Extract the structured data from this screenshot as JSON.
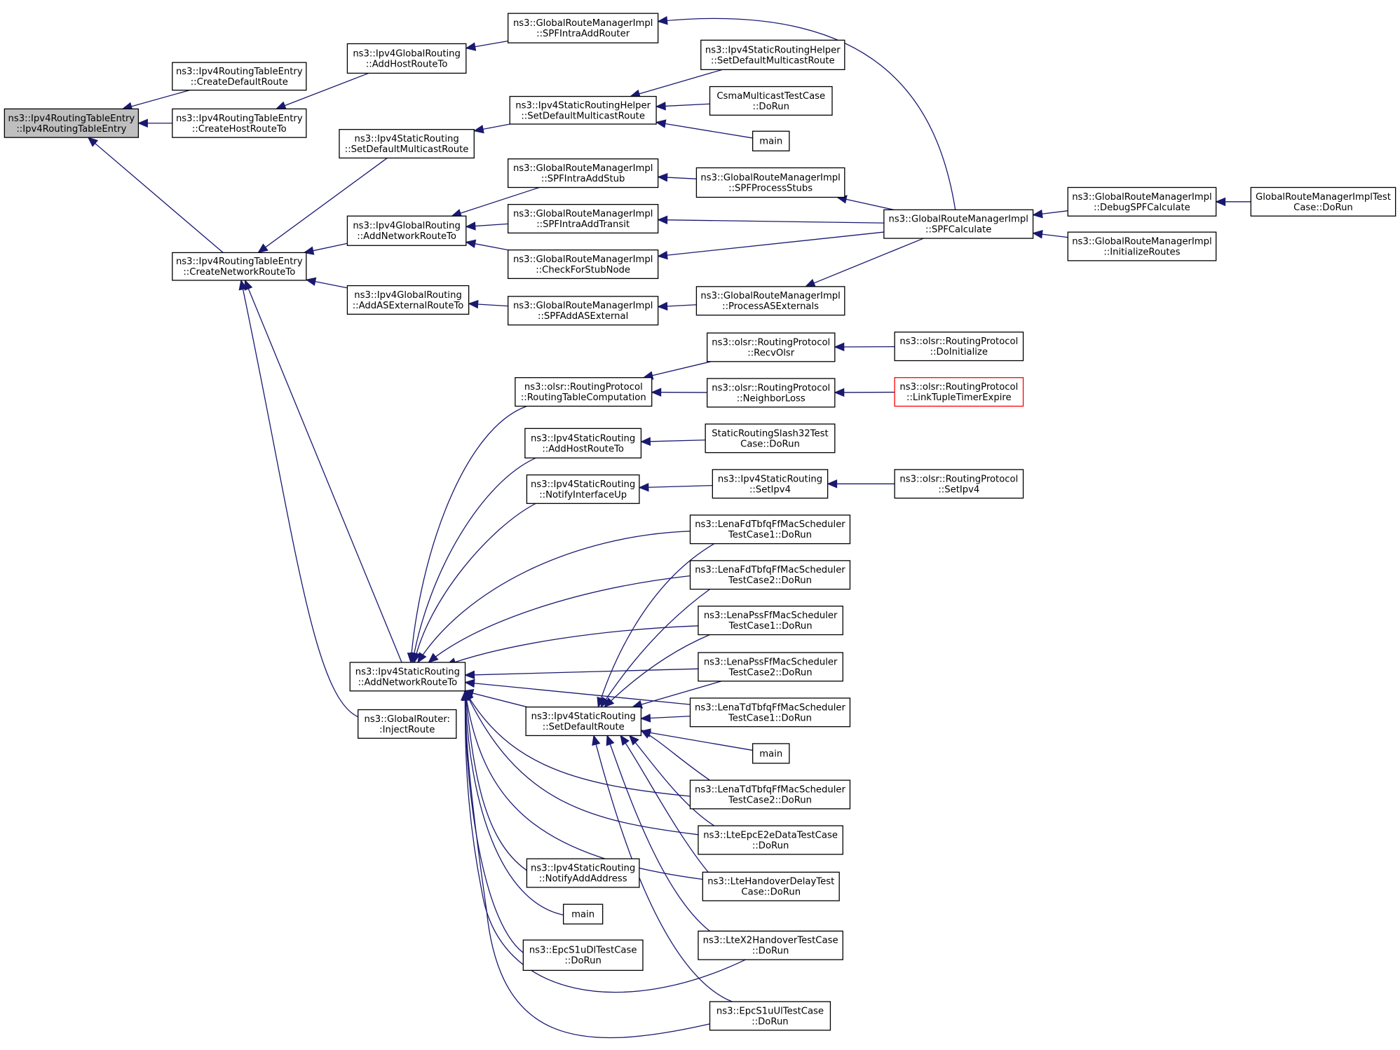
{
  "colors": {
    "edge": "#191970",
    "node_border": "#000000",
    "node_fill": "#ffffff",
    "root_fill": "#bfbfbf",
    "highlight_border": "#ff0000"
  },
  "nodes": [
    {
      "id": "root",
      "lines": [
        "ns3::Ipv4RoutingTableEntry",
        "::Ipv4RoutingTableEntry"
      ],
      "style": "root"
    },
    {
      "id": "createDefaultRoute",
      "lines": [
        "ns3::Ipv4RoutingTableEntry",
        "::CreateDefaultRoute"
      ]
    },
    {
      "id": "createHostRouteTo",
      "lines": [
        "ns3::Ipv4RoutingTableEntry",
        "::CreateHostRouteTo"
      ]
    },
    {
      "id": "createNetworkRouteTo",
      "lines": [
        "ns3::Ipv4RoutingTableEntry",
        "::CreateNetworkRouteTo"
      ]
    },
    {
      "id": "globalAddHostRouteTo",
      "lines": [
        "ns3::Ipv4GlobalRouting",
        "::AddHostRouteTo"
      ]
    },
    {
      "id": "staticSetDefaultMulticastRoute",
      "lines": [
        "ns3::Ipv4StaticRouting",
        "::SetDefaultMulticastRoute"
      ]
    },
    {
      "id": "globalAddNetworkRouteTo",
      "lines": [
        "ns3::Ipv4GlobalRouting",
        "::AddNetworkRouteTo"
      ]
    },
    {
      "id": "globalAddASExternalRouteTo",
      "lines": [
        "ns3::Ipv4GlobalRouting",
        "::AddASExternalRouteTo"
      ]
    },
    {
      "id": "staticAddNetworkRouteTo",
      "lines": [
        "ns3::Ipv4StaticRouting",
        "::AddNetworkRouteTo"
      ]
    },
    {
      "id": "globalRouterInjectRoute",
      "lines": [
        "ns3::GlobalRouter:",
        ":InjectRoute"
      ]
    },
    {
      "id": "spfIntraAddRouter",
      "lines": [
        "ns3::GlobalRouteManagerImpl",
        "::SPFIntraAddRouter"
      ]
    },
    {
      "id": "helperSetDefaultMulticastRoute",
      "lines": [
        "ns3::Ipv4StaticRoutingHelper",
        "::SetDefaultMulticastRoute"
      ]
    },
    {
      "id": "spfIntraAddStub",
      "lines": [
        "ns3::GlobalRouteManagerImpl",
        "::SPFIntraAddStub"
      ]
    },
    {
      "id": "spfIntraAddTransit",
      "lines": [
        "ns3::GlobalRouteManagerImpl",
        "::SPFIntraAddTransit"
      ]
    },
    {
      "id": "checkForStubNode",
      "lines": [
        "ns3::GlobalRouteManagerImpl",
        "::CheckForStubNode"
      ]
    },
    {
      "id": "spfAddASExternal",
      "lines": [
        "ns3::GlobalRouteManagerImpl",
        "::SPFAddASExternal"
      ]
    },
    {
      "id": "routingTableComputation",
      "lines": [
        "ns3::olsr::RoutingProtocol",
        "::RoutingTableComputation"
      ]
    },
    {
      "id": "staticAddHostRouteTo",
      "lines": [
        "ns3::Ipv4StaticRouting",
        "::AddHostRouteTo"
      ]
    },
    {
      "id": "notifyInterfaceUp",
      "lines": [
        "ns3::Ipv4StaticRouting",
        "::NotifyInterfaceUp"
      ]
    },
    {
      "id": "setDefaultRoute",
      "lines": [
        "ns3::Ipv4StaticRouting",
        "::SetDefaultRoute"
      ]
    },
    {
      "id": "notifyAddAddress",
      "lines": [
        "ns3::Ipv4StaticRouting",
        "::NotifyAddAddress"
      ]
    },
    {
      "id": "mainC3",
      "lines": [
        "main"
      ]
    },
    {
      "id": "epcS1uDl",
      "lines": [
        "ns3::EpcS1uDlTestCase",
        "::DoRun"
      ]
    },
    {
      "id": "helperSetDefaultMcastRoute2",
      "lines": [
        "ns3::Ipv4StaticRoutingHelper",
        "::SetDefaultMulticastRoute"
      ]
    },
    {
      "id": "csmaMulticastDoRun",
      "lines": [
        "CsmaMulticastTestCase",
        "::DoRun"
      ]
    },
    {
      "id": "mainC4a",
      "lines": [
        "main"
      ]
    },
    {
      "id": "spfProcessStubs",
      "lines": [
        "ns3::GlobalRouteManagerImpl",
        "::SPFProcessStubs"
      ]
    },
    {
      "id": "processASExternals",
      "lines": [
        "ns3::GlobalRouteManagerImpl",
        "::ProcessASExternals"
      ]
    },
    {
      "id": "recvOlsr",
      "lines": [
        "ns3::olsr::RoutingProtocol",
        "::RecvOlsr"
      ]
    },
    {
      "id": "neighborLoss",
      "lines": [
        "ns3::olsr::RoutingProtocol",
        "::NeighborLoss"
      ]
    },
    {
      "id": "staticSlash32",
      "lines": [
        "StaticRoutingSlash32Test",
        "Case::DoRun"
      ]
    },
    {
      "id": "setIpv4Static",
      "lines": [
        "ns3::Ipv4StaticRouting",
        "::SetIpv4"
      ]
    },
    {
      "id": "lenaFdTbfq1",
      "lines": [
        "ns3::LenaFdTbfqFfMacScheduler",
        "TestCase1::DoRun"
      ]
    },
    {
      "id": "lenaFdTbfq2",
      "lines": [
        "ns3::LenaFdTbfqFfMacScheduler",
        "TestCase2::DoRun"
      ]
    },
    {
      "id": "lenaPss1",
      "lines": [
        "ns3::LenaPssFfMacScheduler",
        "TestCase1::DoRun"
      ]
    },
    {
      "id": "lenaPss2",
      "lines": [
        "ns3::LenaPssFfMacScheduler",
        "TestCase2::DoRun"
      ]
    },
    {
      "id": "lenaTdTbfq1",
      "lines": [
        "ns3::LenaTdTbfqFfMacScheduler",
        "TestCase1::DoRun"
      ]
    },
    {
      "id": "mainC4b",
      "lines": [
        "main"
      ]
    },
    {
      "id": "lenaTdTbfq2",
      "lines": [
        "ns3::LenaTdTbfqFfMacScheduler",
        "TestCase2::DoRun"
      ]
    },
    {
      "id": "lteEpcE2e",
      "lines": [
        "ns3::LteEpcE2eDataTestCase",
        "::DoRun"
      ]
    },
    {
      "id": "lteHandoverDelay",
      "lines": [
        "ns3::LteHandoverDelayTest",
        "Case::DoRun"
      ]
    },
    {
      "id": "lteX2Handover",
      "lines": [
        "ns3::LteX2HandoverTestCase",
        "::DoRun"
      ]
    },
    {
      "id": "epcS1uUl",
      "lines": [
        "ns3::EpcS1uUlTestCase",
        "::DoRun"
      ]
    },
    {
      "id": "spfCalculate",
      "lines": [
        "ns3::GlobalRouteManagerImpl",
        "::SPFCalculate"
      ]
    },
    {
      "id": "doInitialize",
      "lines": [
        "ns3::olsr::RoutingProtocol",
        "::DoInitialize"
      ]
    },
    {
      "id": "linkTupleTimerExpire",
      "lines": [
        "ns3::olsr::RoutingProtocol",
        "::LinkTupleTimerExpire"
      ],
      "style": "red"
    },
    {
      "id": "setIpv4Olsr",
      "lines": [
        "ns3::olsr::RoutingProtocol",
        "::SetIpv4"
      ]
    },
    {
      "id": "debugSPFCalculate",
      "lines": [
        "ns3::GlobalRouteManagerImpl",
        "::DebugSPFCalculate"
      ]
    },
    {
      "id": "initializeRoutes",
      "lines": [
        "ns3::GlobalRouteManagerImpl",
        "::InitializeRoutes"
      ]
    },
    {
      "id": "grmImplTestDoRun",
      "lines": [
        "GlobalRouteManagerImplTest",
        "Case::DoRun"
      ]
    }
  ],
  "edges": [
    {
      "target": "root",
      "source": "createDefaultRoute"
    },
    {
      "target": "root",
      "source": "createHostRouteTo"
    },
    {
      "target": "root",
      "source": "createNetworkRouteTo"
    },
    {
      "target": "createHostRouteTo",
      "source": "globalAddHostRouteTo"
    },
    {
      "target": "globalAddHostRouteTo",
      "source": "spfIntraAddRouter"
    },
    {
      "target": "spfIntraAddRouter",
      "source": "spfCalculate"
    },
    {
      "target": "createNetworkRouteTo",
      "source": "staticSetDefaultMulticastRoute"
    },
    {
      "target": "createNetworkRouteTo",
      "source": "globalAddNetworkRouteTo"
    },
    {
      "target": "createNetworkRouteTo",
      "source": "globalAddASExternalRouteTo"
    },
    {
      "target": "createNetworkRouteTo",
      "source": "staticAddNetworkRouteTo"
    },
    {
      "target": "createNetworkRouteTo",
      "source": "globalRouterInjectRoute"
    },
    {
      "target": "staticSetDefaultMulticastRoute",
      "source": "helperSetDefaultMulticastRoute"
    },
    {
      "target": "helperSetDefaultMulticastRoute",
      "source": "helperSetDefaultMcastRoute2"
    },
    {
      "target": "helperSetDefaultMulticastRoute",
      "source": "csmaMulticastDoRun"
    },
    {
      "target": "helperSetDefaultMulticastRoute",
      "source": "mainC4a"
    },
    {
      "target": "globalAddNetworkRouteTo",
      "source": "spfIntraAddStub"
    },
    {
      "target": "globalAddNetworkRouteTo",
      "source": "spfIntraAddTransit"
    },
    {
      "target": "globalAddNetworkRouteTo",
      "source": "checkForStubNode"
    },
    {
      "target": "spfIntraAddStub",
      "source": "spfProcessStubs"
    },
    {
      "target": "spfProcessStubs",
      "source": "spfCalculate"
    },
    {
      "target": "spfIntraAddTransit",
      "source": "spfCalculate"
    },
    {
      "target": "checkForStubNode",
      "source": "spfCalculate"
    },
    {
      "target": "globalAddASExternalRouteTo",
      "source": "spfAddASExternal"
    },
    {
      "target": "spfAddASExternal",
      "source": "processASExternals"
    },
    {
      "target": "processASExternals",
      "source": "spfCalculate"
    },
    {
      "target": "spfCalculate",
      "source": "debugSPFCalculate"
    },
    {
      "target": "spfCalculate",
      "source": "initializeRoutes"
    },
    {
      "target": "debugSPFCalculate",
      "source": "grmImplTestDoRun"
    },
    {
      "target": "staticAddNetworkRouteTo",
      "source": "routingTableComputation"
    },
    {
      "target": "staticAddNetworkRouteTo",
      "source": "staticAddHostRouteTo"
    },
    {
      "target": "staticAddNetworkRouteTo",
      "source": "notifyInterfaceUp"
    },
    {
      "target": "staticAddNetworkRouteTo",
      "source": "lenaFdTbfq1"
    },
    {
      "target": "staticAddNetworkRouteTo",
      "source": "lenaFdTbfq2"
    },
    {
      "target": "staticAddNetworkRouteTo",
      "source": "lenaPss1"
    },
    {
      "target": "staticAddNetworkRouteTo",
      "source": "lenaPss2"
    },
    {
      "target": "staticAddNetworkRouteTo",
      "source": "lenaTdTbfq1"
    },
    {
      "target": "staticAddNetworkRouteTo",
      "source": "setDefaultRoute"
    },
    {
      "target": "staticAddNetworkRouteTo",
      "source": "lenaTdTbfq2"
    },
    {
      "target": "staticAddNetworkRouteTo",
      "source": "lteEpcE2e"
    },
    {
      "target": "staticAddNetworkRouteTo",
      "source": "lteHandoverDelay"
    },
    {
      "target": "staticAddNetworkRouteTo",
      "source": "notifyAddAddress"
    },
    {
      "target": "staticAddNetworkRouteTo",
      "source": "mainC3"
    },
    {
      "target": "staticAddNetworkRouteTo",
      "source": "epcS1uDl"
    },
    {
      "target": "staticAddNetworkRouteTo",
      "source": "lteX2Handover"
    },
    {
      "target": "staticAddNetworkRouteTo",
      "source": "epcS1uUl"
    },
    {
      "target": "routingTableComputation",
      "source": "recvOlsr"
    },
    {
      "target": "routingTableComputation",
      "source": "neighborLoss"
    },
    {
      "target": "recvOlsr",
      "source": "doInitialize"
    },
    {
      "target": "neighborLoss",
      "source": "linkTupleTimerExpire"
    },
    {
      "target": "staticAddHostRouteTo",
      "source": "staticSlash32"
    },
    {
      "target": "notifyInterfaceUp",
      "source": "setIpv4Static"
    },
    {
      "target": "setIpv4Static",
      "source": "setIpv4Olsr"
    },
    {
      "target": "setDefaultRoute",
      "source": "lenaFdTbfq1"
    },
    {
      "target": "setDefaultRoute",
      "source": "lenaFdTbfq2"
    },
    {
      "target": "setDefaultRoute",
      "source": "lenaPss1"
    },
    {
      "target": "setDefaultRoute",
      "source": "lenaPss2"
    },
    {
      "target": "setDefaultRoute",
      "source": "lenaTdTbfq1"
    },
    {
      "target": "setDefaultRoute",
      "source": "mainC4b"
    },
    {
      "target": "setDefaultRoute",
      "source": "lenaTdTbfq2"
    },
    {
      "target": "setDefaultRoute",
      "source": "lteEpcE2e"
    },
    {
      "target": "setDefaultRoute",
      "source": "lteHandoverDelay"
    },
    {
      "target": "setDefaultRoute",
      "source": "lteX2Handover"
    },
    {
      "target": "setDefaultRoute",
      "source": "epcS1uUl"
    }
  ]
}
